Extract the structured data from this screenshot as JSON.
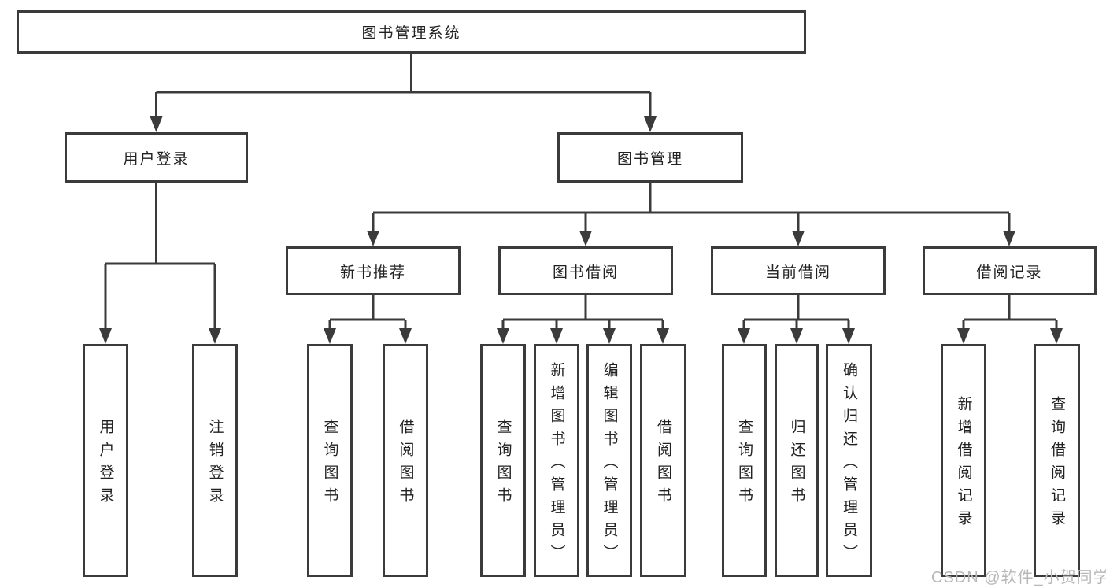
{
  "tree": {
    "root": {
      "label": "图书管理系统"
    },
    "branches": [
      {
        "label": "用户登录",
        "children": [
          {
            "label": "用户登录"
          },
          {
            "label": "注销登录"
          }
        ]
      },
      {
        "label": "图书管理",
        "children": [
          {
            "label": "新书推荐",
            "children": [
              {
                "label": "查询图书"
              },
              {
                "label": "借阅图书"
              }
            ]
          },
          {
            "label": "图书借阅",
            "children": [
              {
                "label": "查询图书"
              },
              {
                "label": "新增图书（管理员）"
              },
              {
                "label": "编辑图书（管理员）"
              },
              {
                "label": "借阅图书"
              }
            ]
          },
          {
            "label": "当前借阅",
            "children": [
              {
                "label": "查询图书"
              },
              {
                "label": "归还图书"
              },
              {
                "label": "确认归还（管理员）"
              }
            ]
          },
          {
            "label": "借阅记录",
            "children": [
              {
                "label": "新增借阅记录"
              },
              {
                "label": "查询借阅记录"
              }
            ]
          }
        ]
      }
    ]
  },
  "watermark": "CSDN @软件_小贺同学",
  "colors": {
    "line": "#3b3b3b",
    "text": "#222222",
    "background": "#ffffff",
    "watermark": "#b8b8b8"
  }
}
